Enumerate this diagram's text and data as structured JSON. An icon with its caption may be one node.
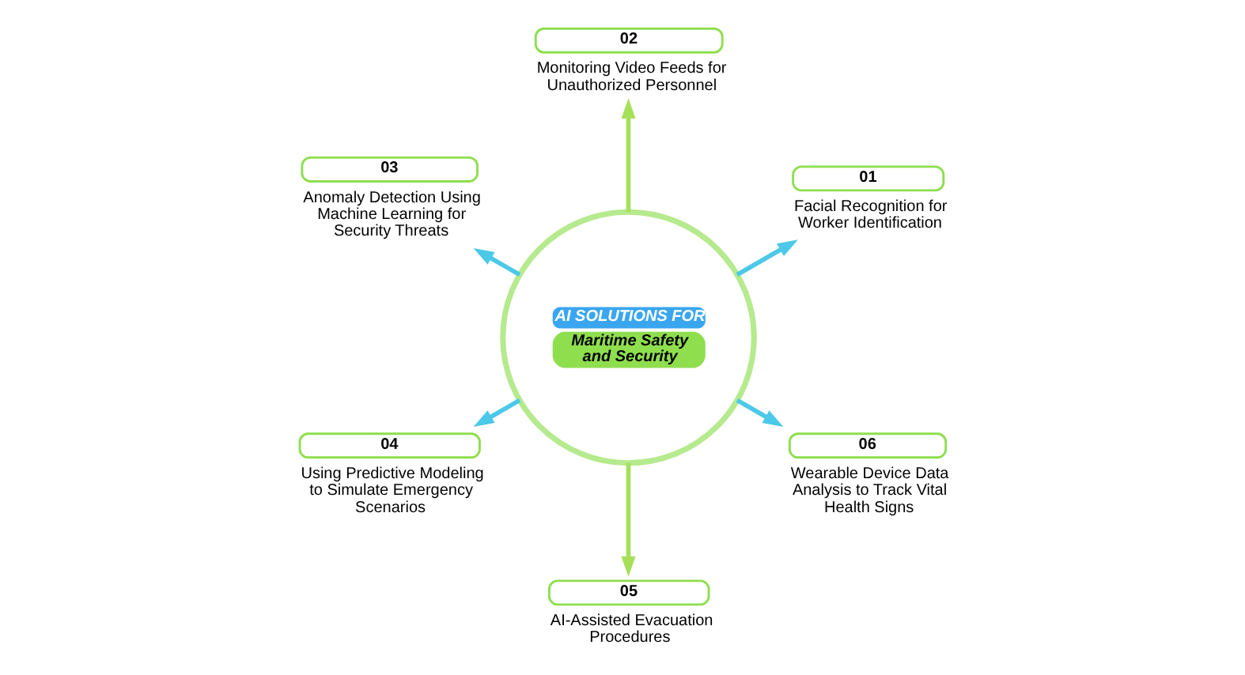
{
  "diagram": {
    "nodes": [
      {
        "text": [
          "AI SOLUTIONS FOR",
          "Maritime Safety and Security"
        ]
      },
      {
        "text": [
          "01",
          "Facial Recognition for Worker Identification"
        ]
      },
      {
        "text": [
          "02",
          "Monitoring Video Feeds for Unauthorized Personnel"
        ]
      },
      {
        "text": [
          "03",
          "Anomaly Detection Using Machine Learning for Security Threats"
        ]
      },
      {
        "text": [
          "04",
          "Using Predictive Modeling to Simulate Emergency Scenarios"
        ]
      },
      {
        "text": [
          "05",
          "AI-Assisted Evacuation Procedures"
        ]
      },
      {
        "text": [
          "06",
          "Wearable Device Data Analysis to Track Vital Health Signs"
        ]
      }
    ],
    "edges": [
      {
        "from": 0,
        "to": 1,
        "arrow": "to"
      },
      {
        "from": 0,
        "to": 2,
        "arrow": "to",
        "color": "#a6e05a"
      },
      {
        "from": 0,
        "to": 3,
        "arrow": "to"
      },
      {
        "from": 0,
        "to": 4,
        "arrow": "to"
      },
      {
        "from": 0,
        "to": 5,
        "arrow": "to",
        "color": "#a6e05a"
      },
      {
        "from": 0,
        "to": 6,
        "arrow": "to"
      }
    ]
  }
}
